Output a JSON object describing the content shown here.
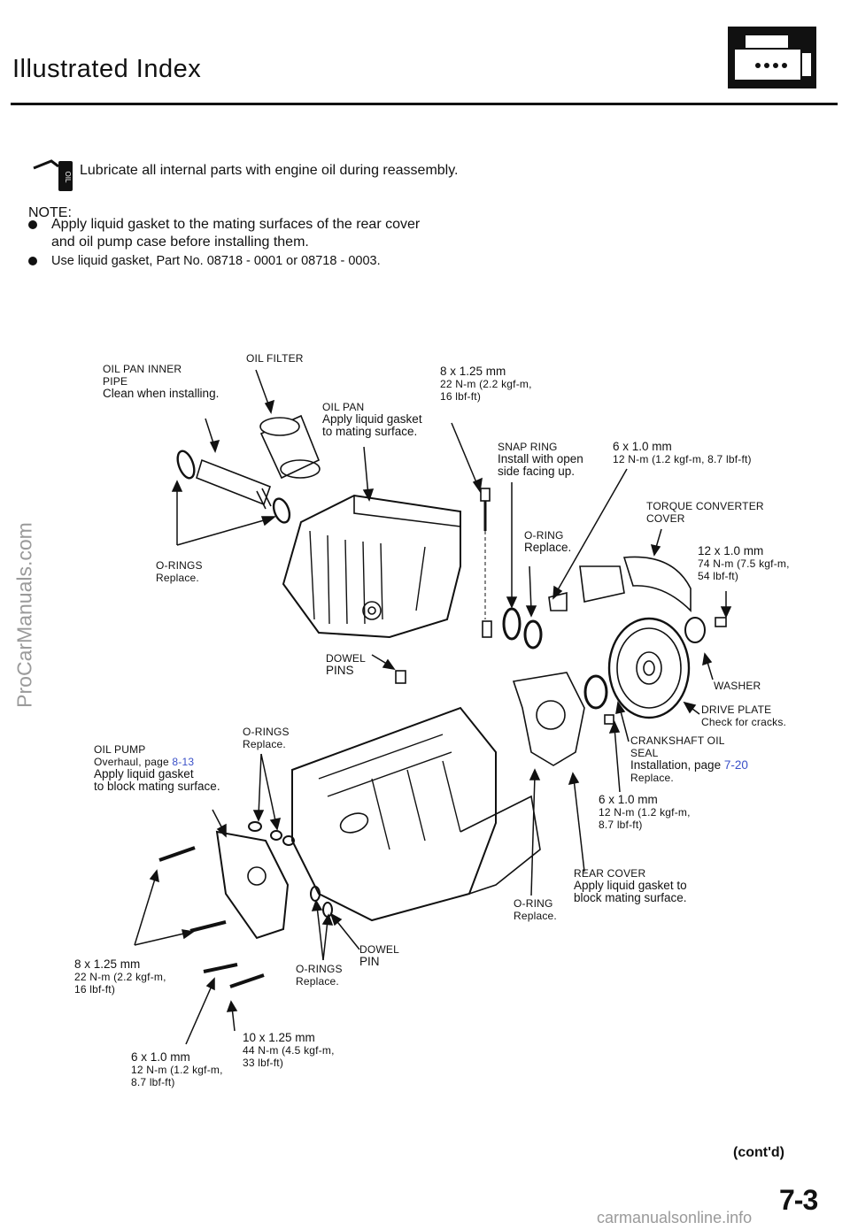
{
  "header": {
    "title": "Illustrated Index",
    "icon": "engine-block-icon"
  },
  "sidebar": {
    "watermark": "ProCarManuals.com"
  },
  "intro": {
    "lube_icon_label": "OIL",
    "lube_text": "Lubricate all internal parts with engine oil during reassembly."
  },
  "note": {
    "heading": "NOTE:",
    "bullets": [
      "Apply liquid gasket to the mating surfaces of the rear cover and oil pump case before installing them.",
      "Use liquid gasket, Part No. 08718 - 0001 or 08718 - 0003."
    ]
  },
  "labels": {
    "oil_pan_inner_pipe": {
      "name1": "OIL PAN INNER",
      "name2": "PIPE",
      "note": "Clean when installing."
    },
    "oil_filter": {
      "name": "OIL FILTER"
    },
    "oil_pan": {
      "name": "OIL PAN",
      "note1": "Apply liquid gasket",
      "note2": "to mating surface."
    },
    "bolt_top": {
      "l1": "8 x 1.25 mm",
      "l2": "22 N-m (2.2 kgf-m,",
      "l3": "16 lbf-ft)"
    },
    "snap_ring": {
      "name": "SNAP RING",
      "note1": "Install with open",
      "note2": "side facing up."
    },
    "bolt_6x1_top": {
      "l1": "6 x 1.0 mm",
      "l2": "12 N-m (1.2 kgf-m, 8.7 lbf-ft)"
    },
    "torque_converter_cover": {
      "name1": "TORQUE CONVERTER",
      "name2": "COVER"
    },
    "o_ring_mid": {
      "name": "O-RING",
      "note": "Replace."
    },
    "bolt_12x1": {
      "l1": "12 x 1.0 mm",
      "l2": "74 N-m (7.5 kgf-m,",
      "l3": "54 lbf-ft)"
    },
    "o_rings_left": {
      "name": "O-RINGS",
      "note": "Replace."
    },
    "dowel_pins": {
      "name1": "DOWEL",
      "name2": "PINS"
    },
    "washer": {
      "name": "WASHER"
    },
    "drive_plate": {
      "name": "DRIVE PLATE",
      "note": "Check for cracks."
    },
    "o_rings_center": {
      "name": "O-RINGS",
      "note": "Replace."
    },
    "oil_pump": {
      "name": "OIL PUMP",
      "note1": "Overhaul, page ",
      "ref": "8-13",
      "note2": "Apply liquid gasket",
      "note3": "to block mating surface."
    },
    "crankshaft_oil_seal": {
      "name1": "CRANKSHAFT OIL",
      "name2": "SEAL",
      "note1": "Installation, page ",
      "ref": "7-20",
      "note2": "Replace."
    },
    "bolt_6x1_right": {
      "l1": "6 x 1.0 mm",
      "l2": "12 N-m (1.2 kgf-m,",
      "l3": "8.7 lbf-ft)"
    },
    "rear_cover": {
      "name": "REAR COVER",
      "note1": "Apply liquid gasket to",
      "note2": "block mating surface."
    },
    "o_ring_bottom": {
      "name": "O-RING",
      "note": "Replace."
    },
    "dowel_pin": {
      "name1": "DOWEL",
      "name2": "PIN"
    },
    "bolt_8x125_bottom": {
      "l1": "8 x 1.25 mm",
      "l2": "22 N-m (2.2 kgf-m,",
      "l3": "16 lbf-ft)"
    },
    "o_rings_bottom": {
      "name": "O-RINGS",
      "note": "Replace."
    },
    "bolt_10x125": {
      "l1": "10 x 1.25 mm",
      "l2": "44 N-m (4.5 kgf-m,",
      "l3": "33 lbf-ft)"
    },
    "bolt_6x1_bottom": {
      "l1": "6 x 1.0 mm",
      "l2": "12 N-m (1.2 kgf-m,",
      "l3": "8.7 lbf-ft)"
    }
  },
  "footer": {
    "contd": "(cont'd)",
    "page_number": "7-3",
    "site": "carmanualsonline.info"
  }
}
